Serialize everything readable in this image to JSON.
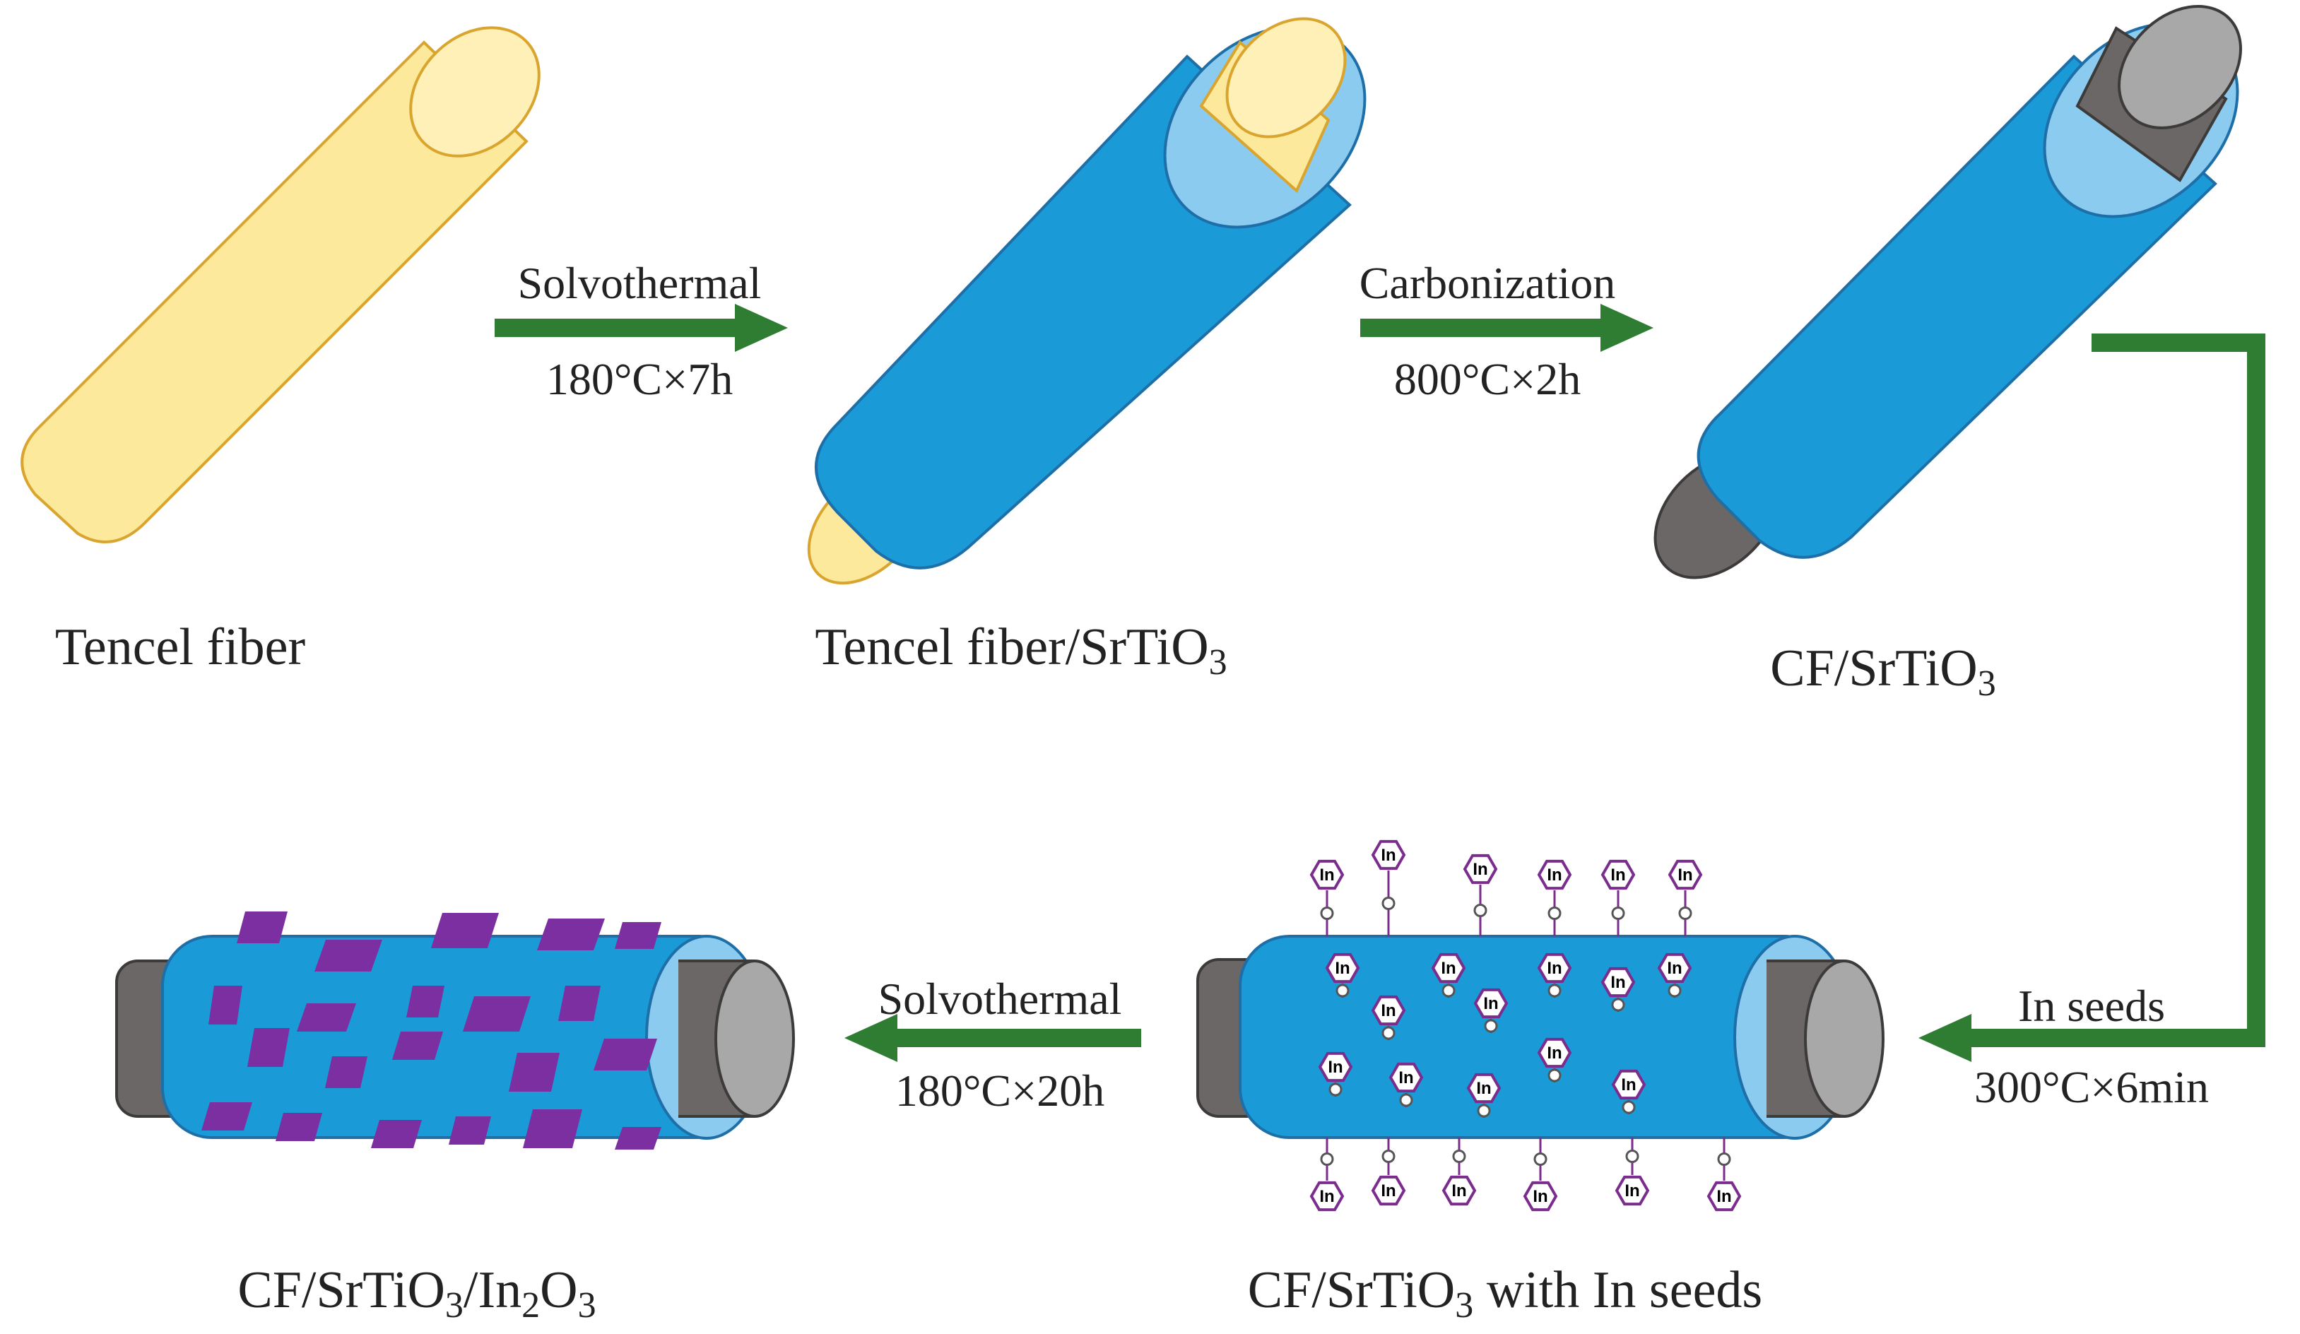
{
  "stages": {
    "tencel": "Tencel fiber",
    "tencel_sr": {
      "text": "Tencel fiber/SrTiO",
      "sub": "3"
    },
    "cf_sr": {
      "text": "CF/SrTiO",
      "sub": "3"
    },
    "cf_seeds": {
      "pre": "CF/SrTiO",
      "sub": "3",
      "post": " with In seeds"
    },
    "cf_final": {
      "pre": "CF/SrTiO",
      "sub1": "3",
      "mid": "/In",
      "sub2": "2",
      "mid2": "O",
      "sub3": "3"
    }
  },
  "steps": {
    "step1": {
      "name": "Solvothermal",
      "cond": "180°C×7h"
    },
    "step2": {
      "name": "Carbonization",
      "cond": "800°C×2h"
    },
    "step3": {
      "name": "In seeds",
      "cond": "300°C×6min"
    },
    "step4": {
      "name": "Solvothermal",
      "cond": "180°C×20h"
    }
  },
  "seed_label": "In",
  "colors": {
    "tencel_fill": "#fde99c",
    "tencel_edge": "#d9a52e",
    "srtio3_fill": "#1a9bd7",
    "srtio3_edge": "#1e6fa8",
    "shell_light": "#8ccbf0",
    "carbon_dark": "#6b6767",
    "carbon_light": "#a8a8a8",
    "arrow": "#2e7d32",
    "in2o3": "#7b2fa0"
  }
}
